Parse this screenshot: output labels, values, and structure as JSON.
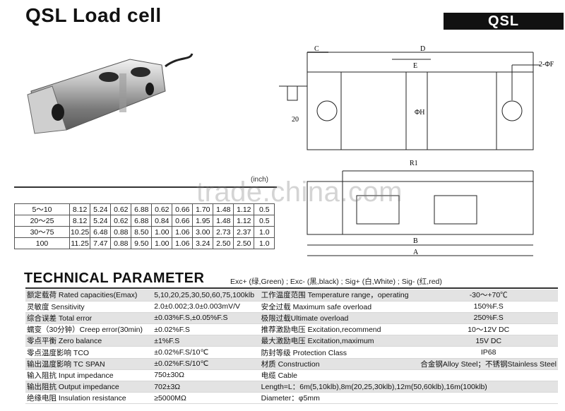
{
  "header": {
    "title": "QSL  Load cell",
    "badge": "QSL"
  },
  "watermark": "trade.china.com",
  "drawing": {
    "labels": {
      "c": "C",
      "d": "D",
      "e": "E",
      "dhole": "2-ΦF",
      "twenty": "20",
      "dh": "ΦH",
      "a": "A",
      "b": "B",
      "r1": "R1"
    }
  },
  "dims_table": {
    "unit_label": "(inch)",
    "rows": [
      [
        "5～10",
        "8.12",
        "5.24",
        "0.62",
        "6.88",
        "0.62",
        "0.66",
        "1.70",
        "1.48",
        "1.12",
        "0.5"
      ],
      [
        "20～25",
        "8.12",
        "5.24",
        "0.62",
        "6.88",
        "0.84",
        "0.66",
        "1.95",
        "1.48",
        "1.12",
        "0.5"
      ],
      [
        "30～75",
        "10.25",
        "6.48",
        "0.88",
        "8.50",
        "1.00",
        "1.06",
        "3.00",
        "2.73",
        "2.37",
        "1.0"
      ],
      [
        "100",
        "11.25",
        "7.47",
        "0.88",
        "9.50",
        "1.00",
        "1.06",
        "3.24",
        "2.50",
        "2.50",
        "1.0"
      ]
    ]
  },
  "technical": {
    "title": "TECHNICAL PARAMETER",
    "wires": "Exc+ (绿,Green) ; Exc- (黑,black) ; Sig+ (白,White) ; Sig- (红,red)",
    "rows": [
      [
        "额定载荷 Rated capacities(Emax)",
        "5,10,20,25,30,50,60,75,100klb",
        "工作温度范围 Temperature range，operating",
        "-30～+70℃"
      ],
      [
        "灵敏度 Sensitivity",
        "2.0±0.002;3.0±0.003mV/V",
        "安全过载 Maximum safe overload",
        "150%F.S"
      ],
      [
        "综合误差 Total error",
        "±0.03%F.S,±0.05%F.S",
        "极限过载Ultimate overload",
        "250%F.S"
      ],
      [
        "蠕变（30分钟）Creep error(30min)",
        "±0.02%F.S",
        "推荐激励电压 Excitation,recommend",
        "10～12V DC"
      ],
      [
        "零点平衡 Zero balance",
        "±1%F.S",
        "最大激励电压 Excitation,maximum",
        "15V DC"
      ],
      [
        "零点温度影响 TCO",
        "±0.02%F.S/10℃",
        "防封等级 Protection Class",
        "IP68"
      ],
      [
        "输出温度影响 TC SPAN",
        "±0.02%F.S/10℃",
        "材质 Construction",
        "合金钢Alloy Steel；不锈钢Stainless Steel"
      ],
      [
        "输入阻抗 Input impedance",
        "750±30Ω",
        "电缆 Cable",
        ""
      ],
      [
        "输出阻抗 Output impedance",
        "702±3Ω",
        "Length=L：6m(5,10klb),8m(20,25,30klb),12m(50,60klb),16m(100klb)",
        ""
      ],
      [
        "绝缘电阻 Insulation resistance",
        "≥5000MΩ",
        "Diameter：φ5mm",
        ""
      ]
    ]
  }
}
